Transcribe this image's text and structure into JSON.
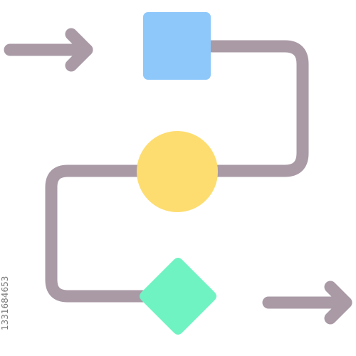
{
  "colors": {
    "background": "#ffffff",
    "connector": "#a99aa6",
    "square": "#8ec8fb",
    "circle": "#fddd70",
    "diamond": "#6ff3c2"
  },
  "icons": {
    "start_arrow": "right-arrow-icon",
    "end_arrow": "right-arrow-icon",
    "process_step": "square-shape",
    "event_step": "circle-shape",
    "decision_step": "diamond-shape"
  },
  "stock_id": "1331684653"
}
